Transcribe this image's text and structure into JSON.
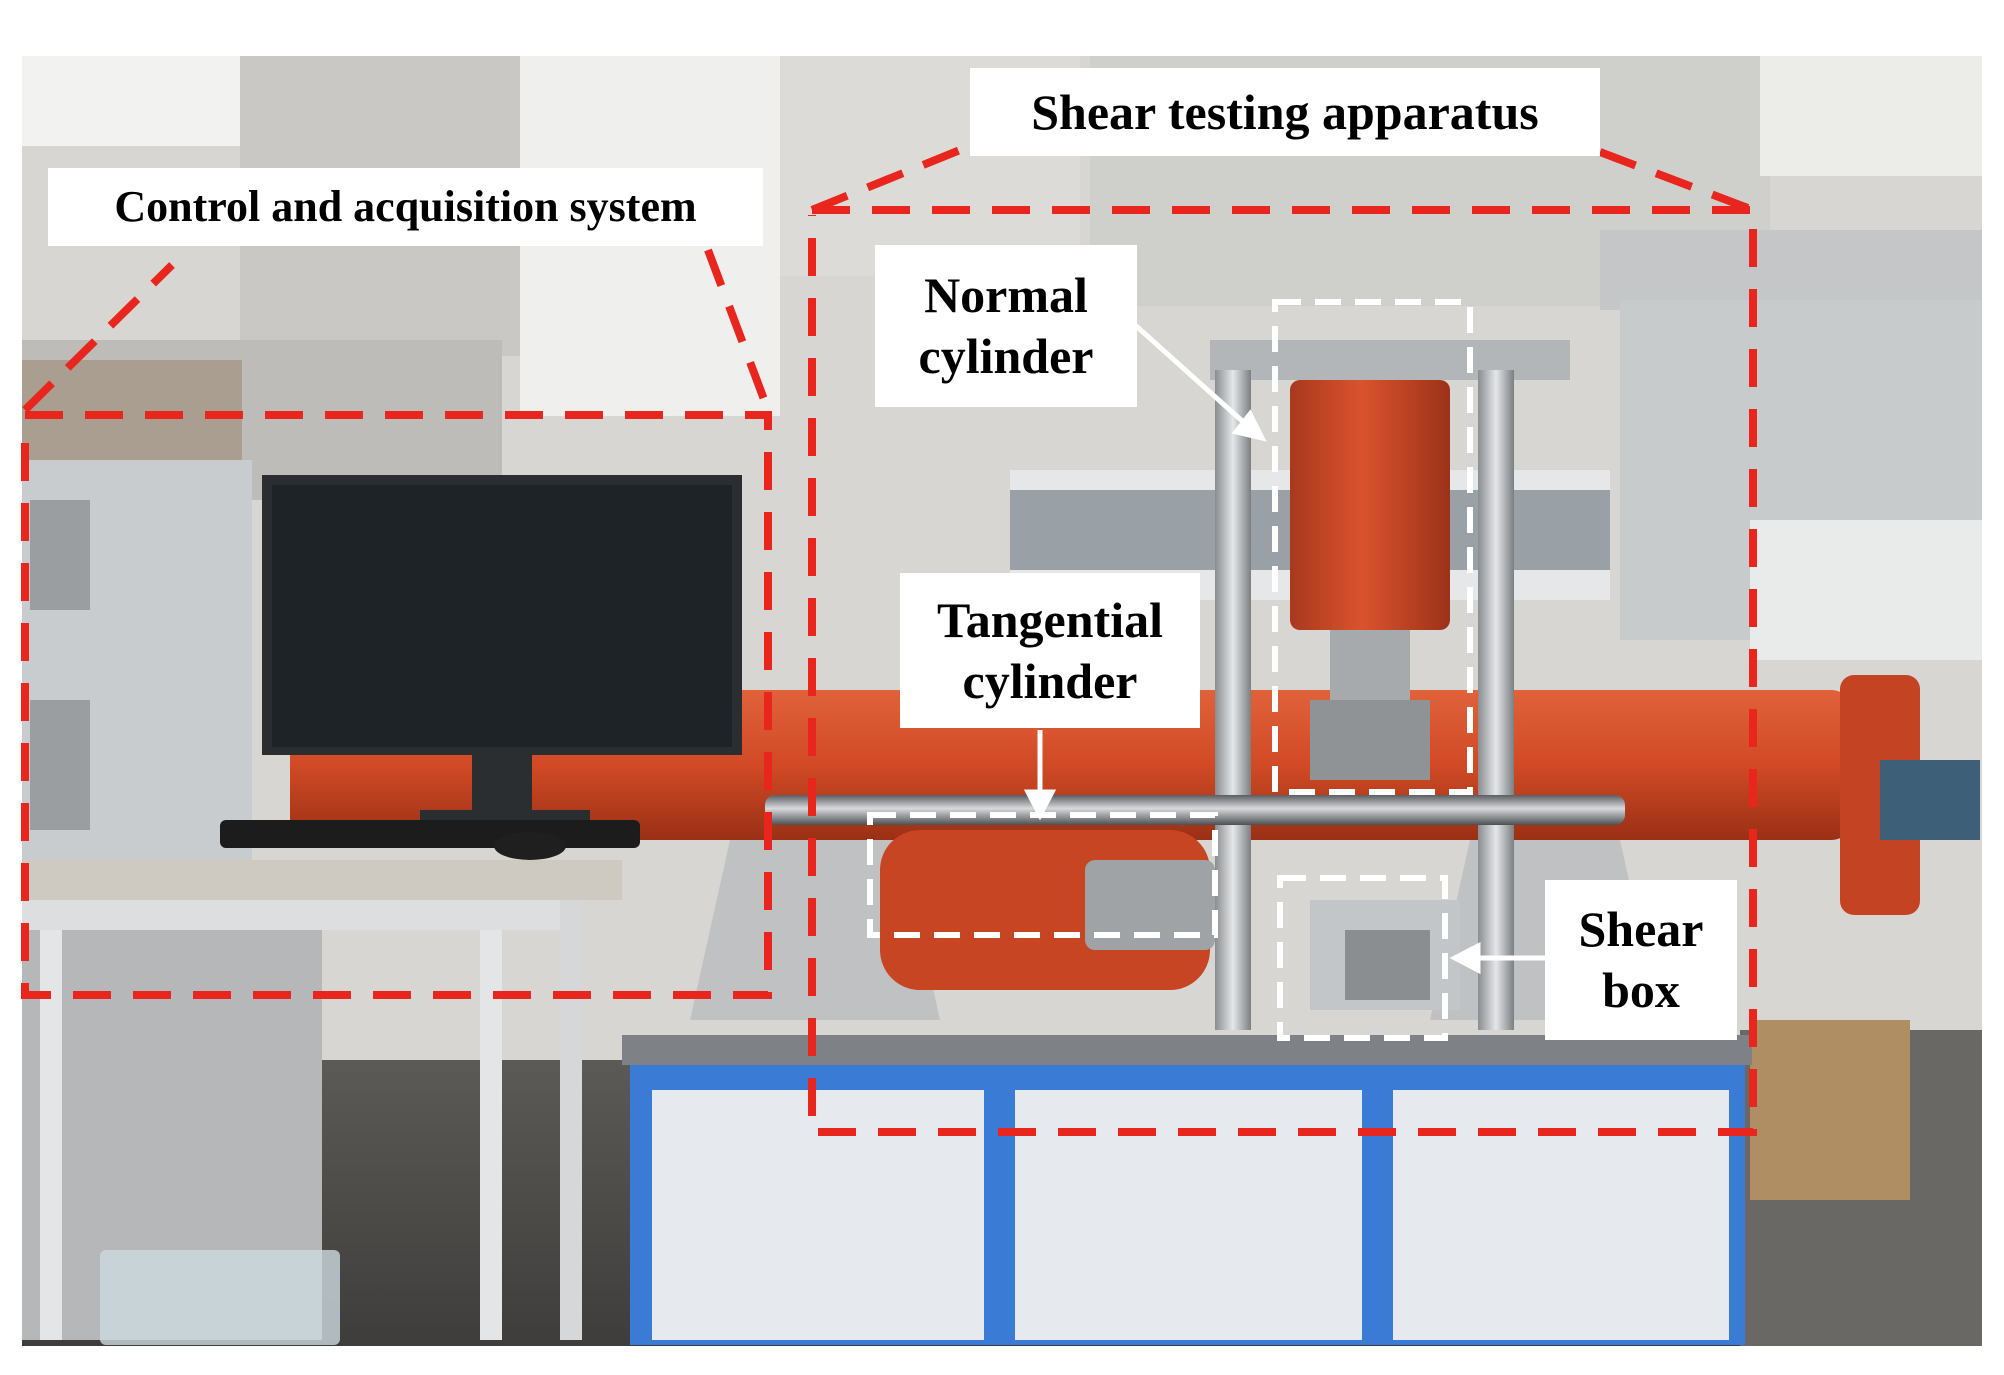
{
  "labels": {
    "control_system": "Control and acquisition system",
    "shear_apparatus": "Shear testing apparatus",
    "normal_cylinder": [
      "Normal",
      "cylinder"
    ],
    "tangential_cylinder": [
      "Tangential",
      "cylinder"
    ],
    "shear_box": [
      "Shear",
      "box"
    ]
  },
  "colors": {
    "apparatus_outline": "#e8261d",
    "component_outline": "#ffffff",
    "cylinder_paint": "#d9532e",
    "frame_blue": "#3a7bd5",
    "cabinet_panel": "#e6eaee",
    "monitor_screen": "#1e2327",
    "workshop_wall": "#d7d6d2"
  }
}
